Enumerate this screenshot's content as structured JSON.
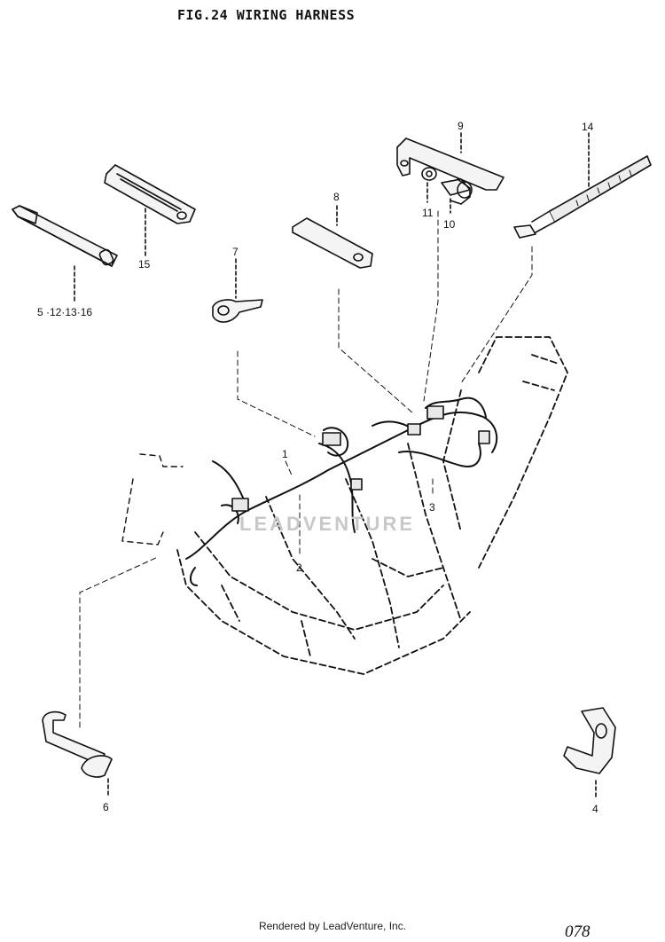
{
  "figure": {
    "title": "FIG.24  WIRING HARNESS",
    "page_number": "078"
  },
  "footer": {
    "rendered_by": "Rendered by LeadVenture, Inc."
  },
  "watermark": {
    "text": "LEADVENTURE"
  },
  "callouts": {
    "p1": "1",
    "p2": "2",
    "p3": "3",
    "p4": "4",
    "p6": "6",
    "p7": "7",
    "p8": "8",
    "p9": "9",
    "p10": "10",
    "p11": "11",
    "p14": "14",
    "p15": "15",
    "p5_12_13_16": "5 ·12·13·16"
  },
  "colors": {
    "ink": "#111111",
    "paper": "#ffffff",
    "watermark": "#c8c8c8"
  }
}
